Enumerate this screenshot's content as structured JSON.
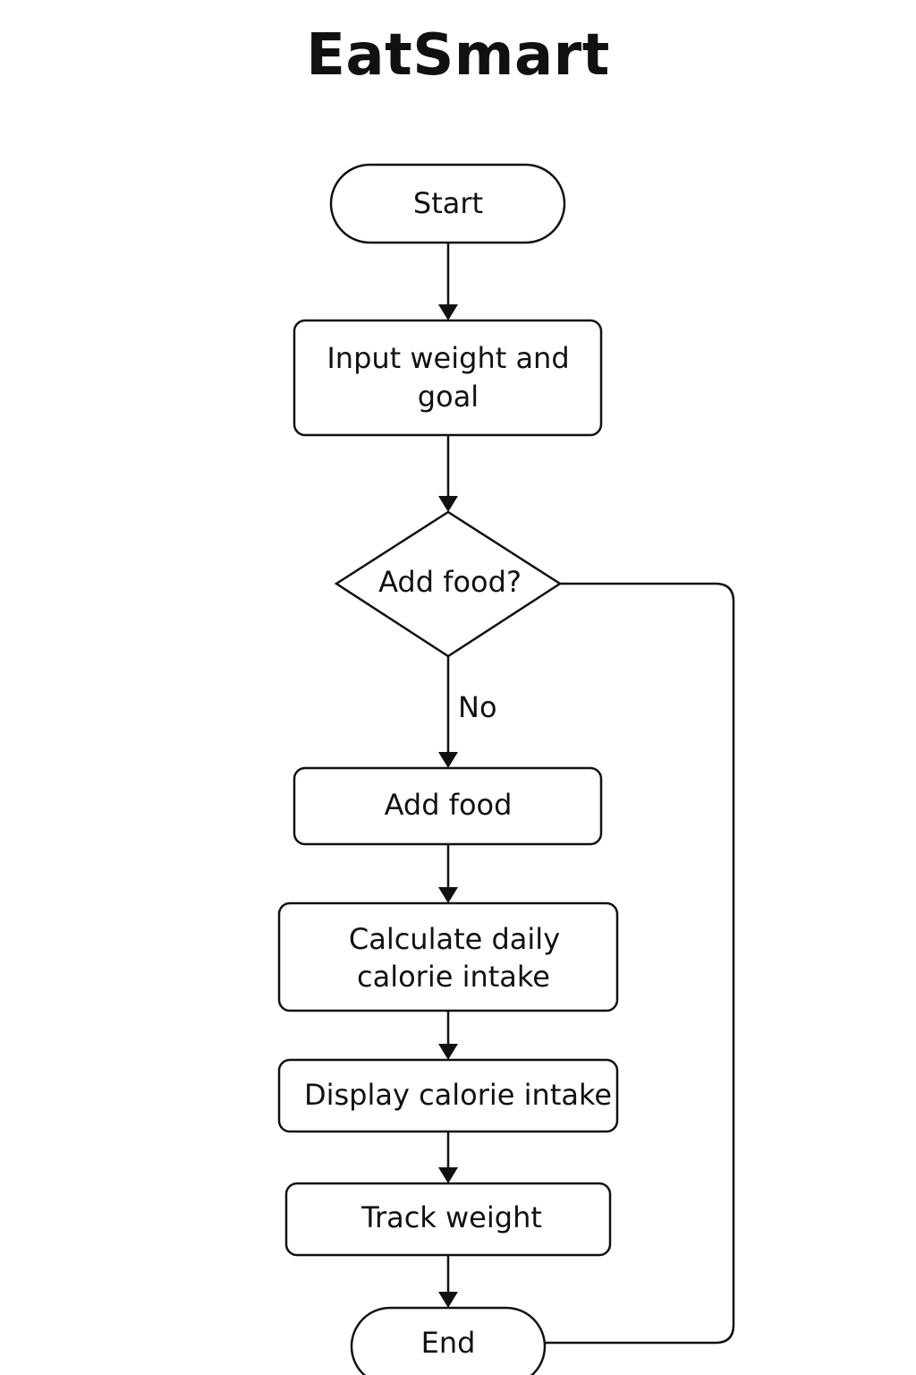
{
  "diagram": {
    "title": "EatSmart",
    "nodes": {
      "start": {
        "shape": "terminal",
        "lines": [
          "Start"
        ]
      },
      "input": {
        "shape": "process",
        "lines": [
          "Input weight and",
          "goal"
        ]
      },
      "decision": {
        "shape": "decision",
        "lines": [
          "Add food?"
        ]
      },
      "add_food": {
        "shape": "process",
        "lines": [
          "Add food"
        ]
      },
      "calculate": {
        "shape": "process",
        "lines": [
          "Calculate daily",
          "calorie intake"
        ]
      },
      "display": {
        "shape": "process",
        "lines": [
          "Display calorie intake"
        ]
      },
      "track": {
        "shape": "process",
        "lines": [
          "Track weight"
        ]
      },
      "end": {
        "shape": "terminal",
        "lines": [
          "End"
        ]
      }
    },
    "edges": [
      {
        "from": "start",
        "to": "input",
        "label": ""
      },
      {
        "from": "input",
        "to": "decision",
        "label": ""
      },
      {
        "from": "decision",
        "to": "add_food",
        "label": "No"
      },
      {
        "from": "add_food",
        "to": "calculate",
        "label": ""
      },
      {
        "from": "calculate",
        "to": "display",
        "label": ""
      },
      {
        "from": "display",
        "to": "track",
        "label": ""
      },
      {
        "from": "track",
        "to": "end",
        "label": ""
      },
      {
        "from": "decision",
        "to": "end",
        "label": ""
      }
    ],
    "colors": {
      "line": "#111111",
      "fill": "#ffffff"
    }
  }
}
